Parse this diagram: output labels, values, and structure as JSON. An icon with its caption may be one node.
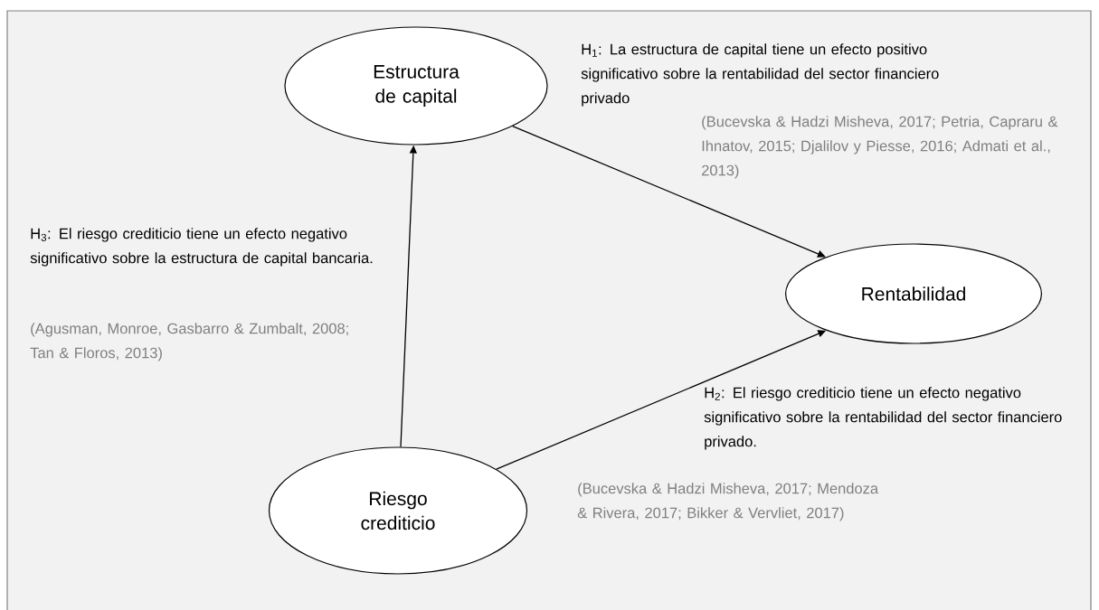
{
  "diagram": {
    "nodes": [
      {
        "text": [
          "Estructura de capital"
        ]
      },
      {
        "text": [
          "Rentabilidad"
        ]
      },
      {
        "text": [
          "Riesgo crediticio"
        ]
      }
    ],
    "edges": [
      {
        "from": 0,
        "to": 1,
        "arrow": "to"
      },
      {
        "from": 2,
        "to": 1,
        "arrow": "to"
      },
      {
        "from": 2,
        "to": 0,
        "arrow": "to"
      }
    ],
    "labels": [
      "H$_{1}$: La estructura de capital tiene un efecto positivo significativo sobre la rentabilidad del sector financiero privado",
      "(Bucevska & Hadzi Misheva, 2017; Petria, Capraru & Ihnatov, 2015; Djalilov y Piesse, 2016; Admati et al., 2013)",
      "H$_{3}$: El riesgo crediticio tiene un efecto negativo significativo sobre la estructura de capital bancaria.",
      "(Agusman, Monroe, Gasbarro & Zumbalt, 2008; Tan & Floros, 2013)",
      "H$_{2}$: El riesgo crediticio tiene un efecto negativo significativo sobre la rentabilidad del sector financiero privado.",
      "(Bucevska & Hadzi Misheva, 2017; Mendoza & Rivera, 2017; Bikker & Vervliet, 2017)"
    ]
  }
}
